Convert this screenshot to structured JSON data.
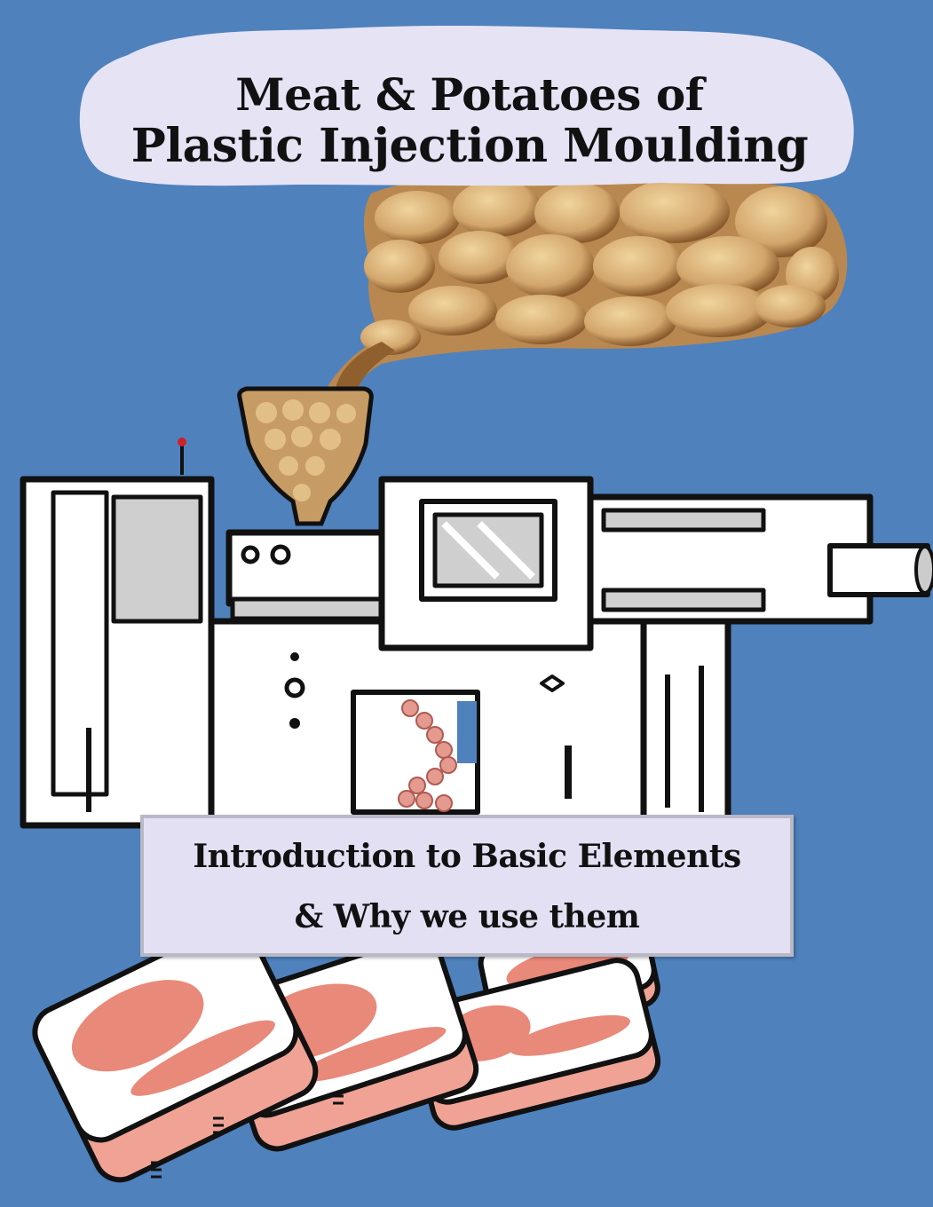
{
  "cover": {
    "title": {
      "line1": "Meat & Potatoes of",
      "line2": "Plastic Injection Moulding"
    },
    "subtitle": {
      "line1": "Introduction to Basic Elements",
      "line2": "& Why we use them"
    },
    "illustrations": [
      "potatoes-cloud",
      "hopper-funnel",
      "injection-moulding-machine",
      "meat-slabs"
    ],
    "colors": {
      "background": "#4f81bd",
      "cloud": "#e6e3f5",
      "subtitle_box": "#e4e0f4",
      "subtitle_border": "#b8b8c6",
      "potato": "#c9a06a",
      "meat": "#e8897a",
      "machine": "#ffffff",
      "outline": "#111111"
    }
  }
}
